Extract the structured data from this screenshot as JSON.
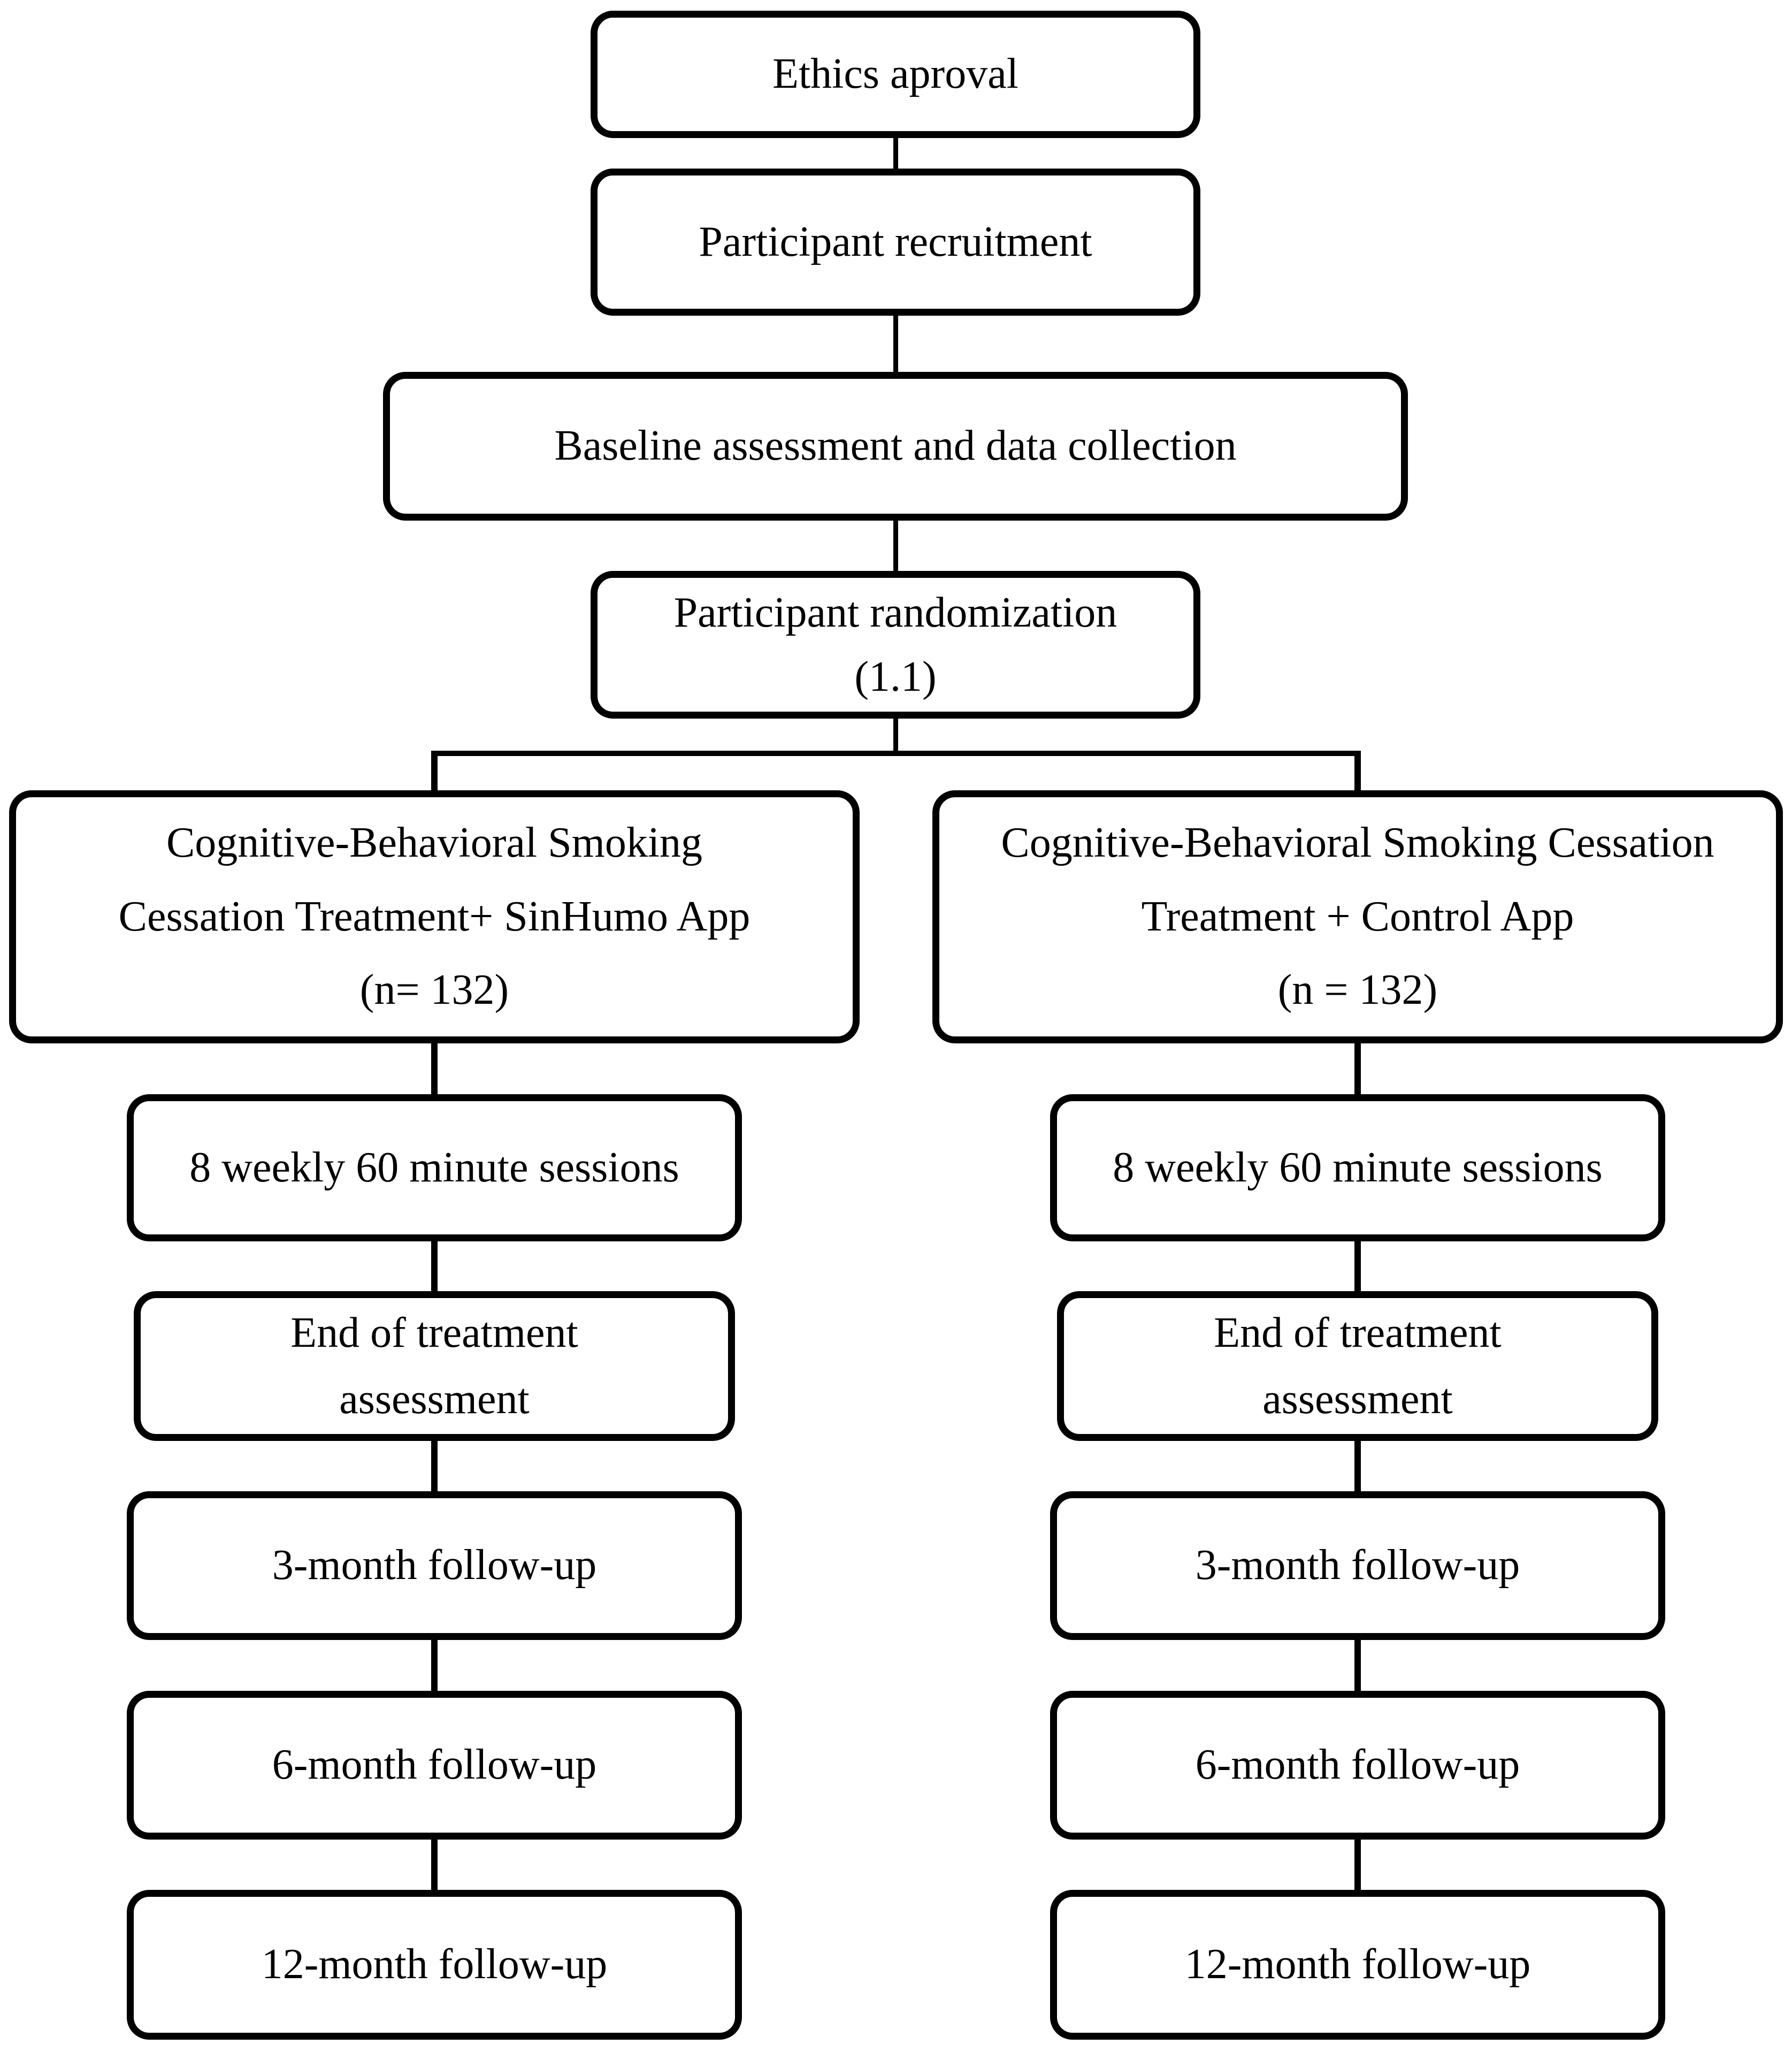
{
  "nodes": {
    "ethics": "Ethics aproval",
    "recruitment": "Participant recruitment",
    "baseline": "Baseline assessment and data collection",
    "randomization": "Participant randomization\n(1.1)",
    "arm_sinhumo": "Cognitive-Behavioral Smoking\nCessation Treatment+ SinHumo App\n(n= 132)",
    "arm_control": "Cognitive-Behavioral Smoking Cessation\nTreatment + Control App\n(n = 132)",
    "sessions": "8 weekly 60 minute sessions",
    "end_of_treatment": "End of treatment\nassessment",
    "followup_3": "3-month follow-up",
    "followup_6": "6-month follow-up",
    "followup_12": "12-month follow-up"
  },
  "colors": {
    "background": "#ffffff",
    "box_fill": "#ffffff",
    "box_border": "#000000",
    "text": "#000000",
    "connector": "#000000"
  }
}
